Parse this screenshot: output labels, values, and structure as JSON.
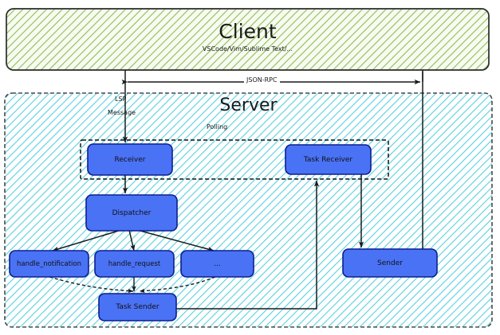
{
  "diagram": {
    "type": "architecture-flow",
    "title_client": "Client",
    "title_server": "Server",
    "colors": {
      "client_fill": "#f2f8ea",
      "client_hatch": "#6aa81f",
      "client_stroke": "#2b2b2b",
      "server_fill": "#ffffff",
      "server_hatch": "#2ec5d9",
      "server_stroke": "#4a4a4a",
      "node_fill": "#4a72f5",
      "node_stroke": "#0b1f8f",
      "edge": "#1a1a1a",
      "text": "#111111"
    }
  },
  "client": {
    "label": "Client",
    "subtitle": "VSCode/Vim/Sublime Text/..."
  },
  "server": {
    "label": "Server",
    "inner_group_label": "Polling"
  },
  "edges": {
    "json_rpc": "JSON-RPC",
    "lsp_message_line1": "LSP",
    "lsp_message_line2": "Message"
  },
  "nodes": [
    {
      "id": "receiver",
      "label": "Receiver"
    },
    {
      "id": "task-receiver",
      "label": "Task Receiver"
    },
    {
      "id": "dispatcher",
      "label": "Dispatcher"
    },
    {
      "id": "handle-notification",
      "label": "handle_notification"
    },
    {
      "id": "handle-request",
      "label": "handle_request"
    },
    {
      "id": "more",
      "label": "..."
    },
    {
      "id": "task-sender",
      "label": "Task Sender"
    },
    {
      "id": "sender",
      "label": "Sender"
    }
  ]
}
